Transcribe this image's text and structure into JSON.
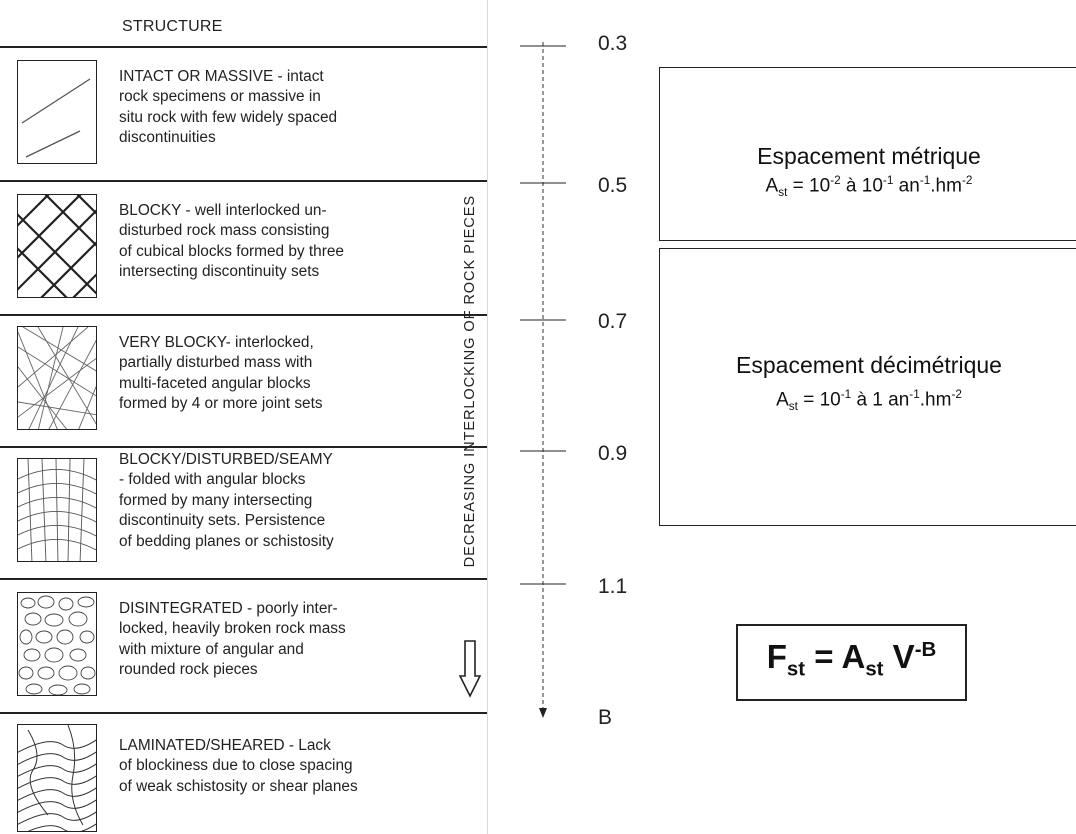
{
  "table": {
    "header": "STRUCTURE",
    "side_label": "DECREASING INTERLOCKING OF ROCK PIECES",
    "rows": [
      {
        "text": "INTACT OR MASSIVE - intact\nrock specimens or massive in\nsitu rock with few widely spaced\ndiscontinuities",
        "icon": "intact-massive-icon"
      },
      {
        "text": "BLOCKY - well interlocked un-\ndisturbed rock mass consisting\nof cubical blocks formed by three\nintersecting discontinuity sets",
        "icon": "blocky-icon"
      },
      {
        "text": "VERY BLOCKY- interlocked,\npartially disturbed mass with\nmulti-faceted angular blocks\nformed by 4 or more joint sets",
        "icon": "very-blocky-icon"
      },
      {
        "text": "BLOCKY/DISTURBED/SEAMY\n - folded with angular blocks\nformed by many intersecting\ndiscontinuity sets. Persistence\nof bedding planes or schistosity",
        "icon": "blocky-disturbed-seamy-icon"
      },
      {
        "text": "DISINTEGRATED - poorly inter-\nlocked, heavily broken rock mass\nwith mixture of angular and\nrounded rock pieces",
        "icon": "disintegrated-icon"
      },
      {
        "text": "LAMINATED/SHEARED - Lack\nof blockiness due to close spacing\nof weak schistosity or shear planes",
        "icon": "laminated-sheared-icon"
      }
    ]
  },
  "scale": {
    "ticks": [
      "0.3",
      "0.5",
      "0.7",
      "0.9",
      "1.1"
    ],
    "end_label": "B"
  },
  "boxes": {
    "metric": {
      "title": "Espacement métrique",
      "pre": "A",
      "sub": "st",
      "mid1": " = 10",
      "exp1": "-2",
      "mid2": " à 10",
      "exp2": "-1",
      "mid3": " an",
      "exp3": "-1",
      "mid4": ".hm",
      "exp4": "-2"
    },
    "decimetric": {
      "title": "Espacement décimétrique",
      "pre": "A",
      "sub": "st",
      "mid1": " = 10",
      "exp1": "-1",
      "mid2": " à 1 an",
      "exp2": "-1",
      "mid3": ".hm",
      "exp3": "-2"
    }
  },
  "formula": {
    "f": "F",
    "f_sub": "st",
    "eq": " = A",
    "a_sub": "st",
    "v": " V",
    "v_sup": "-B"
  }
}
